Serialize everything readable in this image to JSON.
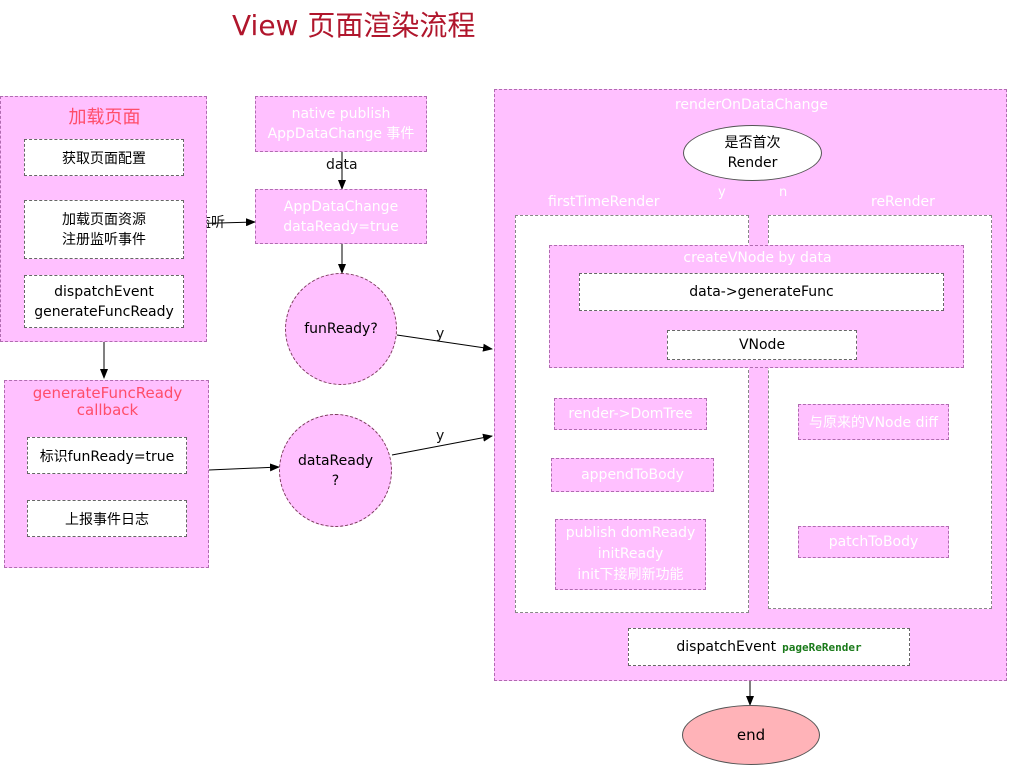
{
  "title": "View 页面渲染流程",
  "load": {
    "title": "加载页面",
    "items": [
      "获取页面配置",
      "加载页面资源\n注册监听事件",
      "dispatchEvent\ngenerateFuncReady"
    ]
  },
  "native": {
    "text": "native publish\nAppDataChange 事件",
    "edge": "data"
  },
  "appdata": {
    "text": "AppDataChange\ndataReady=true",
    "edge": "监听"
  },
  "funready": {
    "text": "funReady?",
    "edge": "y"
  },
  "dataready": {
    "text": "dataReady\n?",
    "edge": "y"
  },
  "callback": {
    "title": "generateFuncReady\ncallback",
    "items": [
      "标识funReady=true",
      "上报事件日志"
    ]
  },
  "render": {
    "title": "renderOnDataChange",
    "decision": "是否首次\nRender",
    "branch_y": "y",
    "branch_n": "n",
    "first_title": "firstTimeRender",
    "re_title": "reRender",
    "vnode_group": "createVNode by data",
    "gen_func": "data->generateFunc",
    "vnode": "VNode",
    "dom_tree": "render->DomTree",
    "append": "appendToBody",
    "publish": "publish domReady\ninitReady\ninit下接刷新功能",
    "diff": "与原来的VNode diff",
    "patch": "patchToBody",
    "dispatch": "dispatchEvent",
    "dispatch_code": "pageReRender"
  },
  "end": "end"
}
